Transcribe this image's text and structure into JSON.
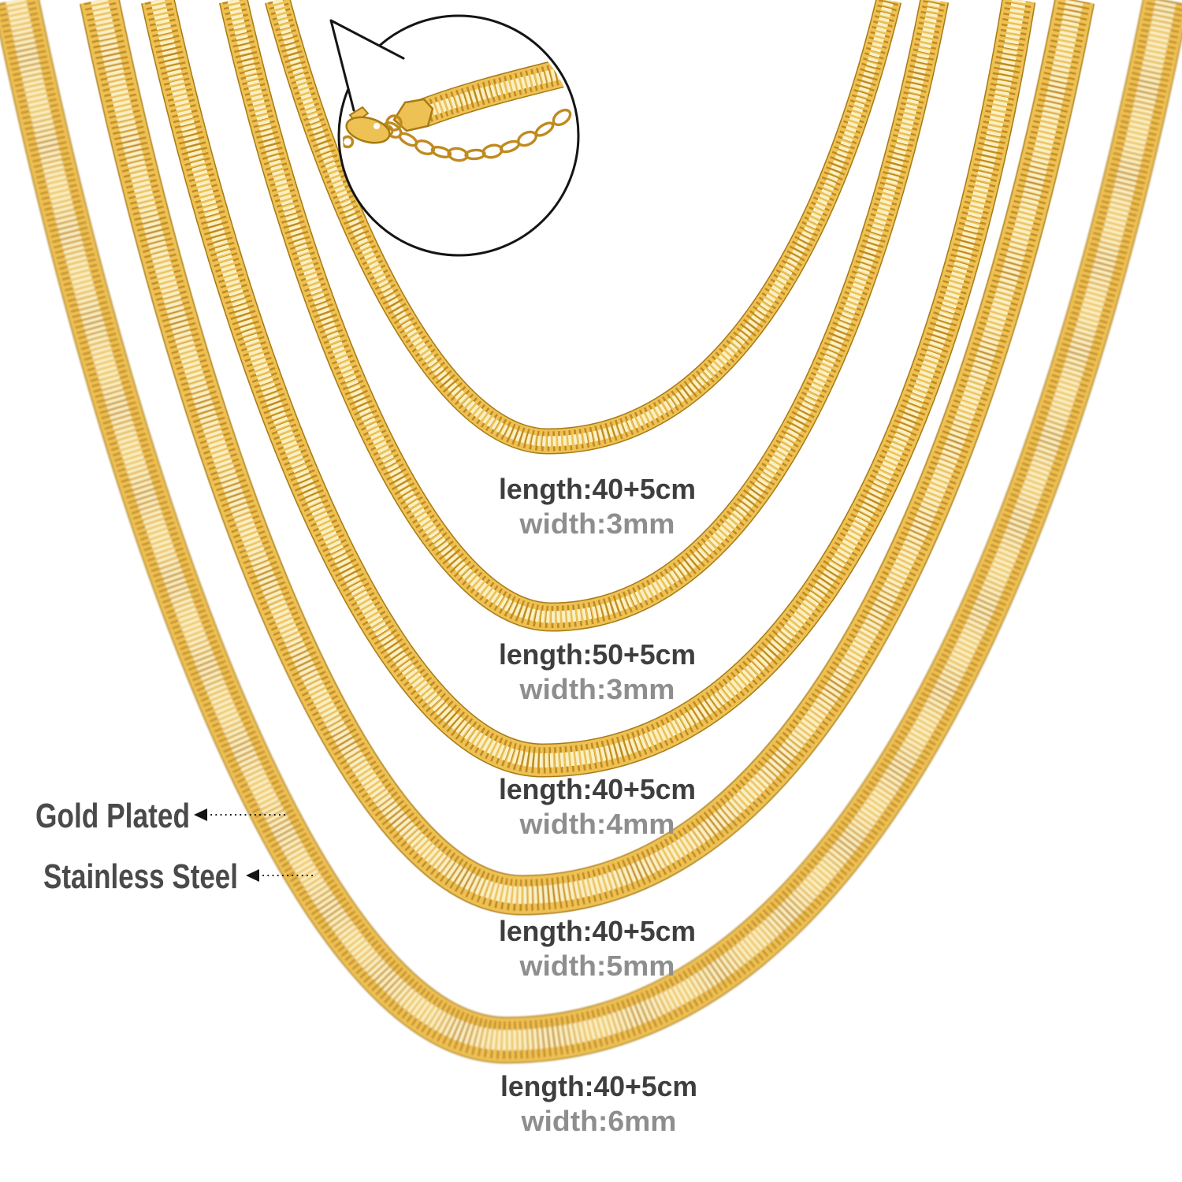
{
  "size_labels": [
    {
      "length": "length:40+5cm",
      "width": "width:3mm"
    },
    {
      "length": "length:50+5cm",
      "width": "width:3mm"
    },
    {
      "length": "length:40+5cm",
      "width": "width:4mm"
    },
    {
      "length": "length:40+5cm",
      "width": "width:5mm"
    },
    {
      "length": "length:40+5cm",
      "width": "width:6mm"
    }
  ],
  "material_labels": {
    "gold_plated": "Gold Plated",
    "stainless_steel": "Stainless Steel"
  },
  "colors": {
    "background": "#ffffff",
    "gold_base": "#eec155",
    "gold_dark": "#a87a12",
    "gold_rib": "#c08a1f",
    "gold_highlight": "#faf0c4",
    "label_primary": "#3e3e3e",
    "label_secondary": "#8e8e8e",
    "material_label": "#4a4a4a",
    "callout_outline": "#151515"
  }
}
